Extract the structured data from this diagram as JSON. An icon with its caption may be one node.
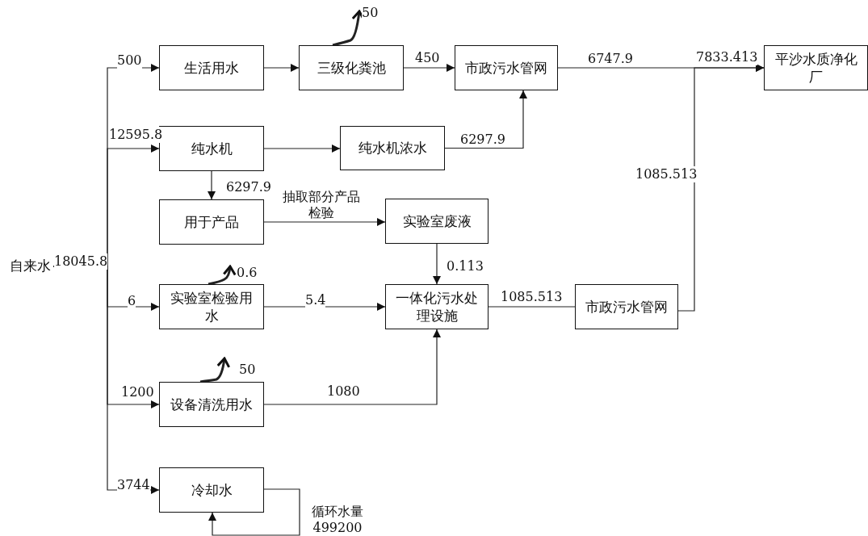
{
  "diagram": {
    "nodes": [
      {
        "text": [
          "自来水"
        ]
      },
      {
        "text": [
          "生活用水"
        ]
      },
      {
        "text": [
          "三级化粪池"
        ]
      },
      {
        "text": [
          "市政污水管网"
        ]
      },
      {
        "text": [
          "平沙水质净化厂"
        ]
      },
      {
        "text": [
          "纯水机"
        ]
      },
      {
        "text": [
          "纯水机浓水"
        ]
      },
      {
        "text": [
          "用于产品"
        ]
      },
      {
        "text": [
          "实验室废液"
        ]
      },
      {
        "text": [
          "实验室检验用水"
        ]
      },
      {
        "text": [
          "一体化污水处理设施"
        ]
      },
      {
        "text": [
          "市政污水管网"
        ]
      },
      {
        "text": [
          "设备清洗用水"
        ]
      },
      {
        "text": [
          "冷却水"
        ]
      }
    ],
    "edges": [
      {
        "from": 0,
        "to": 1,
        "arrow": "to",
        "label": "500"
      },
      {
        "from": 0,
        "to": 5,
        "arrow": "to",
        "label": "12595.8"
      },
      {
        "from": 0,
        "to": 9,
        "arrow": "to",
        "label": "6"
      },
      {
        "from": 0,
        "to": 12,
        "arrow": "to",
        "label": "1200"
      },
      {
        "from": 0,
        "to": 13,
        "arrow": "to",
        "label": "3744"
      },
      {
        "from": 1,
        "to": 2,
        "arrow": "to"
      },
      {
        "from": 2,
        "to": 3,
        "arrow": "to",
        "label": "450"
      },
      {
        "from": 5,
        "to": 6,
        "arrow": "to"
      },
      {
        "from": 6,
        "to": 3,
        "arrow": "to",
        "label": "6297.9"
      },
      {
        "from": 5,
        "to": 7,
        "arrow": "to",
        "label": "6297.9"
      },
      {
        "from": 7,
        "to": 8,
        "arrow": "to",
        "label": "抽取部分产品检验"
      },
      {
        "from": 8,
        "to": 10,
        "arrow": "to",
        "label": "0.113"
      },
      {
        "from": 9,
        "to": 10,
        "arrow": "to",
        "label": "5.4"
      },
      {
        "from": 12,
        "to": 10,
        "arrow": "to",
        "label": "1080"
      },
      {
        "from": 10,
        "to": 11,
        "arrow": "none",
        "label": "1085.513"
      },
      {
        "from": 3,
        "to": 4,
        "arrow": "to",
        "label": "6747.9"
      },
      {
        "from": 11,
        "to": 4,
        "arrow": "to",
        "label": "1085.513"
      },
      {
        "from": 13,
        "to": 13,
        "arrow": "to",
        "label": "循环水量 499200"
      },
      {
        "from": 2,
        "to": null,
        "arrow": "to",
        "style": "thick",
        "label": "50"
      },
      {
        "from": 9,
        "to": null,
        "arrow": "to",
        "style": "thick",
        "label": "0.6"
      },
      {
        "from": 12,
        "to": null,
        "arrow": "to",
        "style": "thick",
        "label": "50"
      }
    ],
    "labels": [
      "18045.8",
      "7833.413"
    ]
  }
}
